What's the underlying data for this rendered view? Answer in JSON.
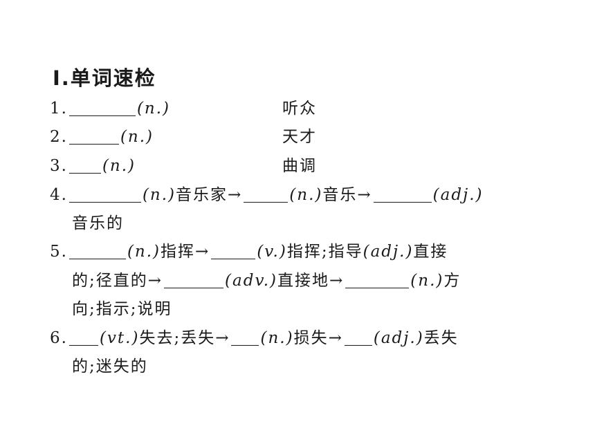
{
  "title": "Ⅰ.单词速检",
  "items": [
    {
      "num": "1.",
      "pos": "(n.)",
      "gloss": "听众"
    },
    {
      "num": "2.",
      "pos": "(n.)",
      "gloss": "天才"
    },
    {
      "num": "3.",
      "pos": "(n.)",
      "gloss": "曲调"
    },
    {
      "num": "4.",
      "a_pos": "(n.)",
      "a_gloss": "音乐家→",
      "b_pos": "(n.)",
      "b_gloss": "音乐→",
      "c_pos": "(adj.)",
      "c_gloss": "音乐的"
    },
    {
      "num": "5.",
      "a_pos": "(n.)",
      "a_gloss": "指挥→",
      "b_pos": "(v.)",
      "b_gloss": "指挥;指导",
      "b2_pos": "(adj.)",
      "b2_gloss": "直接",
      "b2_gloss_cont": "的;径直的→",
      "c_pos": "(adv.)",
      "c_gloss": "直接地→",
      "d_pos": "(n.)",
      "d_gloss": "方",
      "d_gloss_cont": "向;指示;说明"
    },
    {
      "num": "6.",
      "a_pos": "(vt.)",
      "a_gloss": "失去;丢失→",
      "b_pos": "(n.)",
      "b_gloss": "损失→",
      "c_pos": "(adj.)",
      "c_gloss": "丢失",
      "c_gloss_cont": "的;迷失的"
    }
  ]
}
